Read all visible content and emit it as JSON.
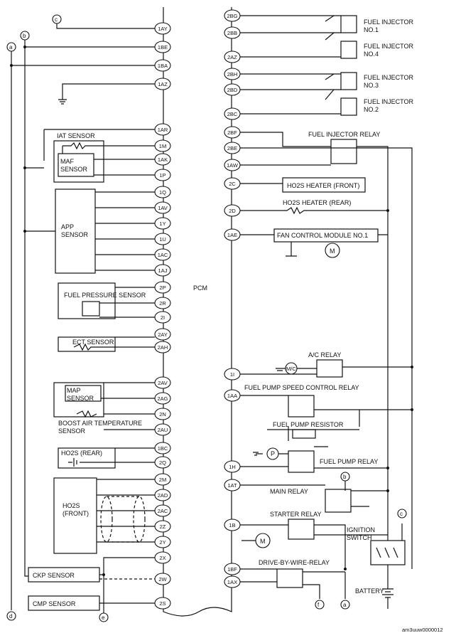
{
  "pcm_label": "PCM",
  "figure_code": "am3uuw0000012",
  "left_pins": [
    "1AY",
    "1BE",
    "1BA",
    "1AZ",
    "1AR",
    "1M",
    "1AK",
    "1P",
    "1Q",
    "1AV",
    "1Y",
    "1U",
    "1AC",
    "1AJ",
    "2P",
    "2R",
    "2I",
    "2AY",
    "2AH",
    "2AV",
    "2AG",
    "2N",
    "2AU",
    "1BC",
    "2Q",
    "2M",
    "2AD",
    "2AC",
    "2Z",
    "2Y",
    "2X",
    "2W",
    "2S"
  ],
  "right_pins": [
    "2BG",
    "2BB",
    "2AZ",
    "2BH",
    "2BD",
    "2BC",
    "2BF",
    "2BE",
    "1AW",
    "2C",
    "2D",
    "1AE",
    "1I",
    "1AA",
    "1H",
    "1AT",
    "1B",
    "1BF",
    "1AX"
  ],
  "left_components": {
    "iat_sensor": "IAT SENSOR",
    "maf_sensor": "MAF\nSENSOR",
    "app_sensor": "APP\nSENSOR",
    "fuel_pressure_sensor": "FUEL PRESSURE SENSOR",
    "ect_sensor": "ECT SENSOR",
    "map_sensor": "MAP\nSENSOR",
    "boost_air_temp_sensor": "BOOST AIR TEMPERATURE\nSENSOR",
    "ho2s_rear": "HO2S (REAR)",
    "ho2s_front": "HO2S\n(FRONT)",
    "ckp_sensor": "CKP SENSOR",
    "cmp_sensor": "CMP SENSOR"
  },
  "right_components": {
    "injector_1": "FUEL INJECTOR\nNO.1",
    "injector_4": "FUEL INJECTOR\nNO.4",
    "injector_3": "FUEL INJECTOR\nNO.3",
    "injector_2": "FUEL INJECTOR\nNO.2",
    "fuel_injector_relay": "FUEL INJECTOR RELAY",
    "ho2s_heater_front": "HO2S HEATER (FRONT)",
    "ho2s_heater_rear": "HO2S HEATER (REAR)",
    "fan_control_module": "FAN CONTROL MODULE NO.1",
    "ac_relay": "A/C RELAY",
    "fuel_pump_speed_control_relay": "FUEL PUMP SPEED CONTROL RELAY",
    "fuel_pump_resistor": "FUEL PUMP RESISTOR",
    "fuel_pump_relay": "FUEL PUMP RELAY",
    "main_relay": "MAIN RELAY",
    "starter_relay": "STARTER RELAY",
    "ignition_switch": "IGNITION\nSWITCH",
    "drive_by_wire_relay": "DRIVE-BY-WIRE-RELAY",
    "battery": "BATTERY",
    "mc_symbol": "M/C",
    "fan_motor": "M",
    "starter_motor": "M",
    "pump": "P"
  },
  "connector_refs": {
    "a": "a",
    "b": "b",
    "c": "c",
    "d": "d",
    "e": "e",
    "f": "f"
  }
}
